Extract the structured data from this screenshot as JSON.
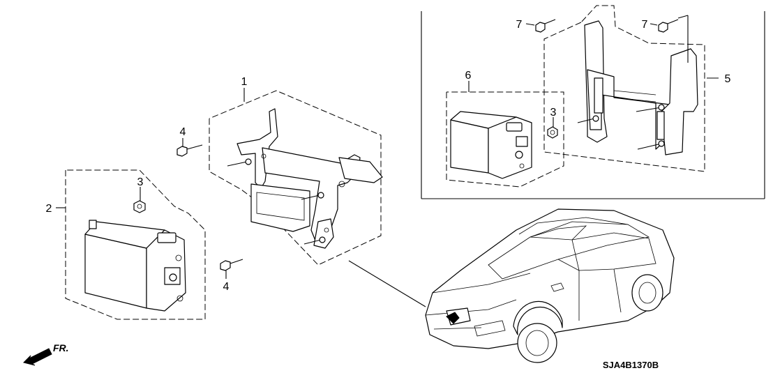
{
  "diagram": {
    "callouts": [
      "1",
      "2",
      "3",
      "4",
      "4",
      "3",
      "5",
      "6",
      "7",
      "7"
    ],
    "diagram_code": "SJA4B1370B",
    "direction_label": "FR."
  }
}
